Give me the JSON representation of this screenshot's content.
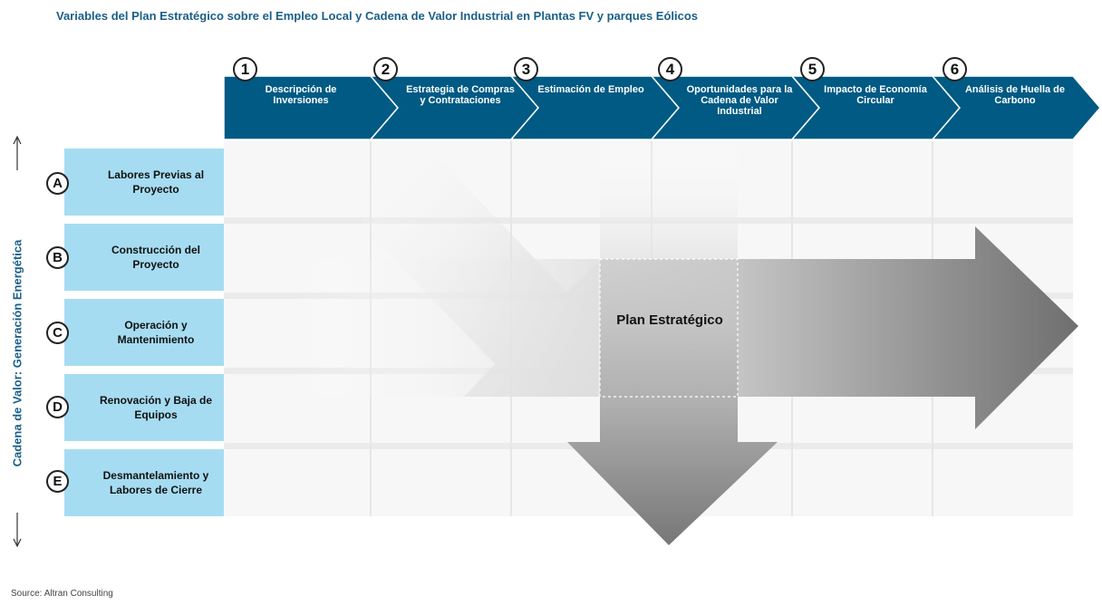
{
  "title": "Variables del Plan Estratégico sobre el Empleo Local y Cadena de Valor Industrial en Plantas FV y parques Eólicos",
  "steps": [
    {
      "number": "1",
      "label": "Descripción de Inversiones"
    },
    {
      "number": "2",
      "label": "Estrategia de Compras y Contrataciones"
    },
    {
      "number": "3",
      "label": "Estimación de Empleo"
    },
    {
      "number": "4",
      "label": "Oportunidades para la Cadena de Valor Industrial"
    },
    {
      "number": "5",
      "label": "Impacto de Economía Circular"
    },
    {
      "number": "6",
      "label": "Análisis de Huella de Carbono"
    }
  ],
  "rows": [
    {
      "letter": "A",
      "label": "Labores Previas al Proyecto"
    },
    {
      "letter": "B",
      "label": "Construcción del Proyecto"
    },
    {
      "letter": "C",
      "label": "Operación y Mantenimiento"
    },
    {
      "letter": "D",
      "label": "Renovación y Baja de Equipos"
    },
    {
      "letter": "E",
      "label": "Desmantelamiento y Labores de Cierre"
    }
  ],
  "axis_label": "Cadena de Valor: Generación Energética",
  "center_label": "Plan Estratégico",
  "source": "Source: Altran Consulting",
  "colors": {
    "chevron": "#005a84",
    "row_box": "#a6dcf2",
    "title": "#1b5f88",
    "grid": "#efefef"
  }
}
